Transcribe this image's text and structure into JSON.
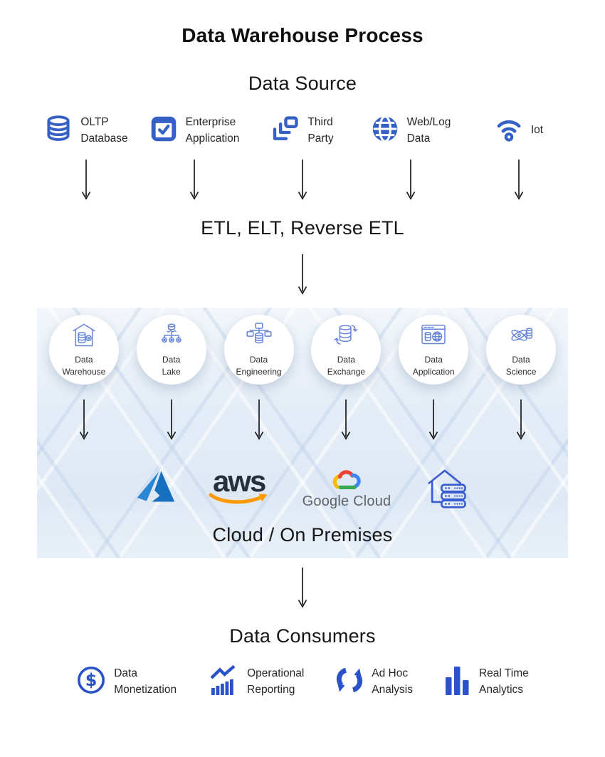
{
  "title": "Data Warehouse Process",
  "source": {
    "heading": "Data Source",
    "items": [
      {
        "icon": "database-icon",
        "line1": "OLTP",
        "line2": "Database"
      },
      {
        "icon": "checkbox-icon",
        "line1": "Enterprise",
        "line2": "Application"
      },
      {
        "icon": "layers-icon",
        "line1": "Third",
        "line2": "Party"
      },
      {
        "icon": "globe-icon",
        "line1": "Web/Log",
        "line2": "Data"
      },
      {
        "icon": "wifi-iot-icon",
        "line1": "Iot",
        "line2": ""
      }
    ]
  },
  "etl": {
    "heading": "ETL, ELT, Reverse ETL"
  },
  "platform": {
    "circles": [
      {
        "icon": "data-warehouse-icon",
        "line1": "Data",
        "line2": "Warehouse"
      },
      {
        "icon": "data-lake-icon",
        "line1": "Data",
        "line2": "Lake"
      },
      {
        "icon": "data-engineering-icon",
        "line1": "Data",
        "line2": "Engineering"
      },
      {
        "icon": "data-exchange-icon",
        "line1": "Data",
        "line2": "Exchange"
      },
      {
        "icon": "data-application-icon",
        "line1": "Data",
        "line2": "Application"
      },
      {
        "icon": "data-science-icon",
        "line1": "Data",
        "line2": "Science"
      }
    ],
    "logos": [
      "azure-logo",
      "aws-logo",
      "google-cloud-logo",
      "on-premises-icon"
    ],
    "aws_label": "aws",
    "google_label": "Google Cloud",
    "caption": "Cloud / On Premises"
  },
  "consumers": {
    "heading": "Data Consumers",
    "items": [
      {
        "icon": "dollar-circle-icon",
        "line1": "Data",
        "line2": "Monetization"
      },
      {
        "icon": "trend-chart-icon",
        "line1": "Operational",
        "line2": "Reporting"
      },
      {
        "icon": "cycle-arrows-icon",
        "line1": "Ad Hoc",
        "line2": "Analysis"
      },
      {
        "icon": "bar-chart-icon",
        "line1": "Real Time",
        "line2": "Analytics"
      }
    ]
  },
  "colors": {
    "source_icon_blue": "#3560C5",
    "panel_icon_blue": "#6483D6",
    "consumer_icon_blue": "#2B52C8",
    "aws_navy": "#252F3E",
    "aws_orange": "#FF9900",
    "azure_blue": "#176FC0",
    "google_gray": "#5F6368",
    "google_blue": "#4285F4",
    "google_red": "#EA4335",
    "google_yellow": "#FBBC05",
    "google_green": "#34A853",
    "onprem_blue": "#3B5BD0",
    "arrow_black": "#1a1a1a"
  }
}
